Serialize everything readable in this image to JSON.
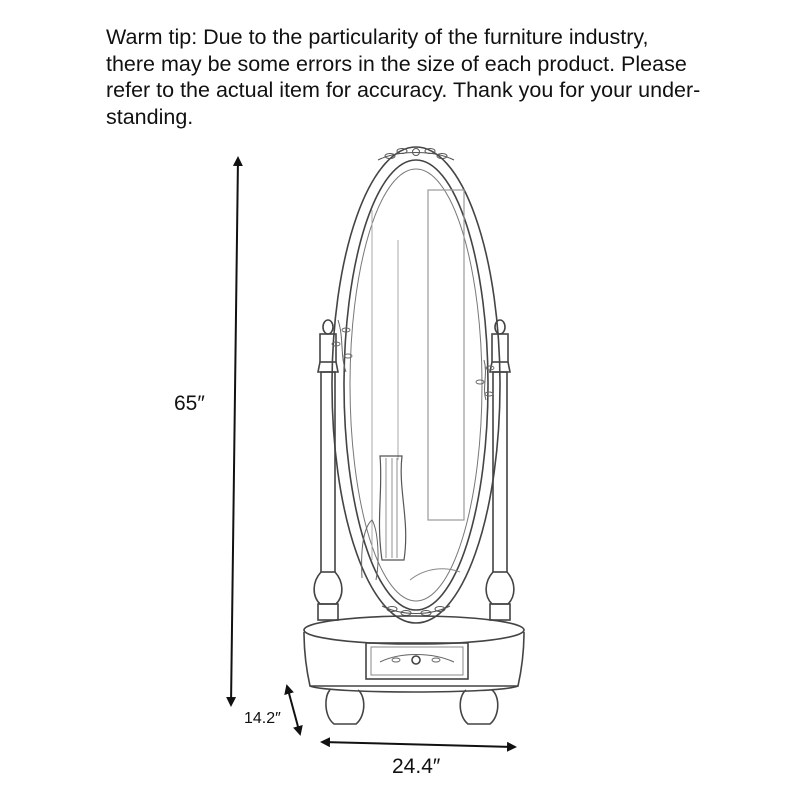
{
  "tip": {
    "lines": [
      "Warm tip: Due to the particularity of the furniture industry,",
      "there may be some errors in the size of each product. Please",
      "refer to the actual item for accuracy. Thank you for your under-",
      "standing."
    ]
  },
  "dimensions": {
    "height": "65″",
    "depth": "14.2″",
    "width": "24.4″"
  },
  "colors": {
    "ink": "#111111",
    "line": "#555555",
    "background": "#ffffff"
  }
}
